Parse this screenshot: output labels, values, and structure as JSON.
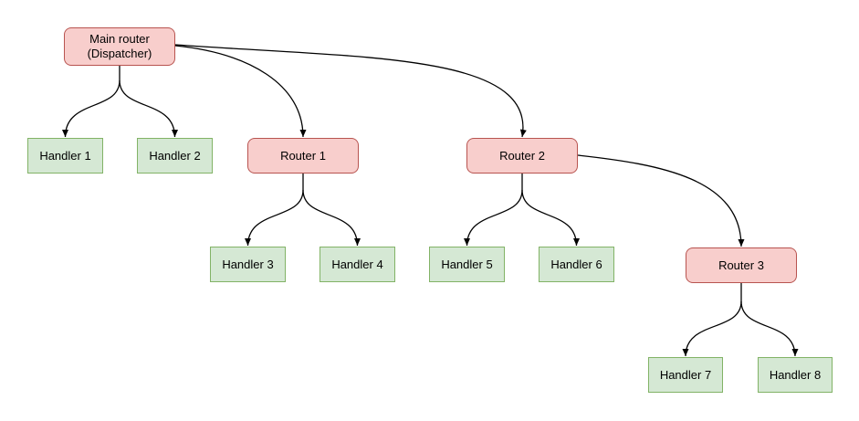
{
  "diagram": {
    "kind": "tree-flowchart"
  },
  "nodes": {
    "main": {
      "label": "Main router\n(Dispatcher)",
      "type": "router"
    },
    "router1": {
      "label": "Router 1",
      "type": "router"
    },
    "router2": {
      "label": "Router 2",
      "type": "router"
    },
    "router3": {
      "label": "Router 3",
      "type": "router"
    },
    "handler1": {
      "label": "Handler 1",
      "type": "handler"
    },
    "handler2": {
      "label": "Handler 2",
      "type": "handler"
    },
    "handler3": {
      "label": "Handler 3",
      "type": "handler"
    },
    "handler4": {
      "label": "Handler 4",
      "type": "handler"
    },
    "handler5": {
      "label": "Handler 5",
      "type": "handler"
    },
    "handler6": {
      "label": "Handler 6",
      "type": "handler"
    },
    "handler7": {
      "label": "Handler 7",
      "type": "handler"
    },
    "handler8": {
      "label": "Handler 8",
      "type": "handler"
    }
  },
  "edges": [
    {
      "from": "main",
      "to": "handler1"
    },
    {
      "from": "main",
      "to": "handler2"
    },
    {
      "from": "main",
      "to": "router1"
    },
    {
      "from": "main",
      "to": "router2"
    },
    {
      "from": "router1",
      "to": "handler3"
    },
    {
      "from": "router1",
      "to": "handler4"
    },
    {
      "from": "router2",
      "to": "handler5"
    },
    {
      "from": "router2",
      "to": "handler6"
    },
    {
      "from": "router2",
      "to": "router3"
    },
    {
      "from": "router3",
      "to": "handler7"
    },
    {
      "from": "router3",
      "to": "handler8"
    }
  ],
  "colors": {
    "router_fill": "#f8cecc",
    "router_border": "#b85450",
    "handler_fill": "#d5e8d4",
    "handler_border": "#82b366",
    "edge": "#000000",
    "text": "#000000",
    "background": "#ffffff"
  }
}
